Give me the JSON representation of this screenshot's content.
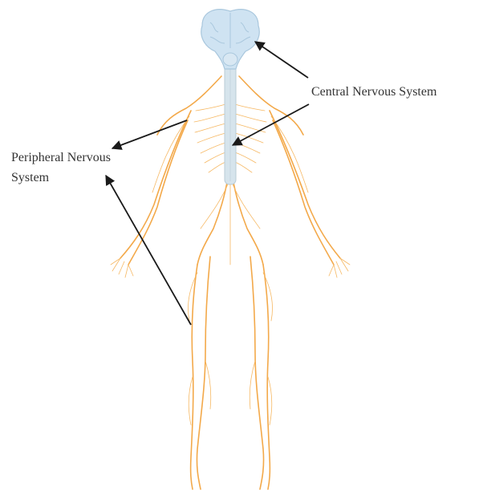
{
  "diagram": {
    "labels": {
      "cns": "Central Nervous System",
      "pns_line1": "Peripheral Nervous",
      "pns_line2": "System"
    },
    "colors": {
      "nerve": "#f3a94a",
      "brain": "#cfe3f2",
      "spine": "#d6e4ec",
      "arrow": "#1a1a1a",
      "text": "#333333"
    },
    "icons": [
      "brain-icon",
      "spinal-cord",
      "nerve-network"
    ]
  }
}
